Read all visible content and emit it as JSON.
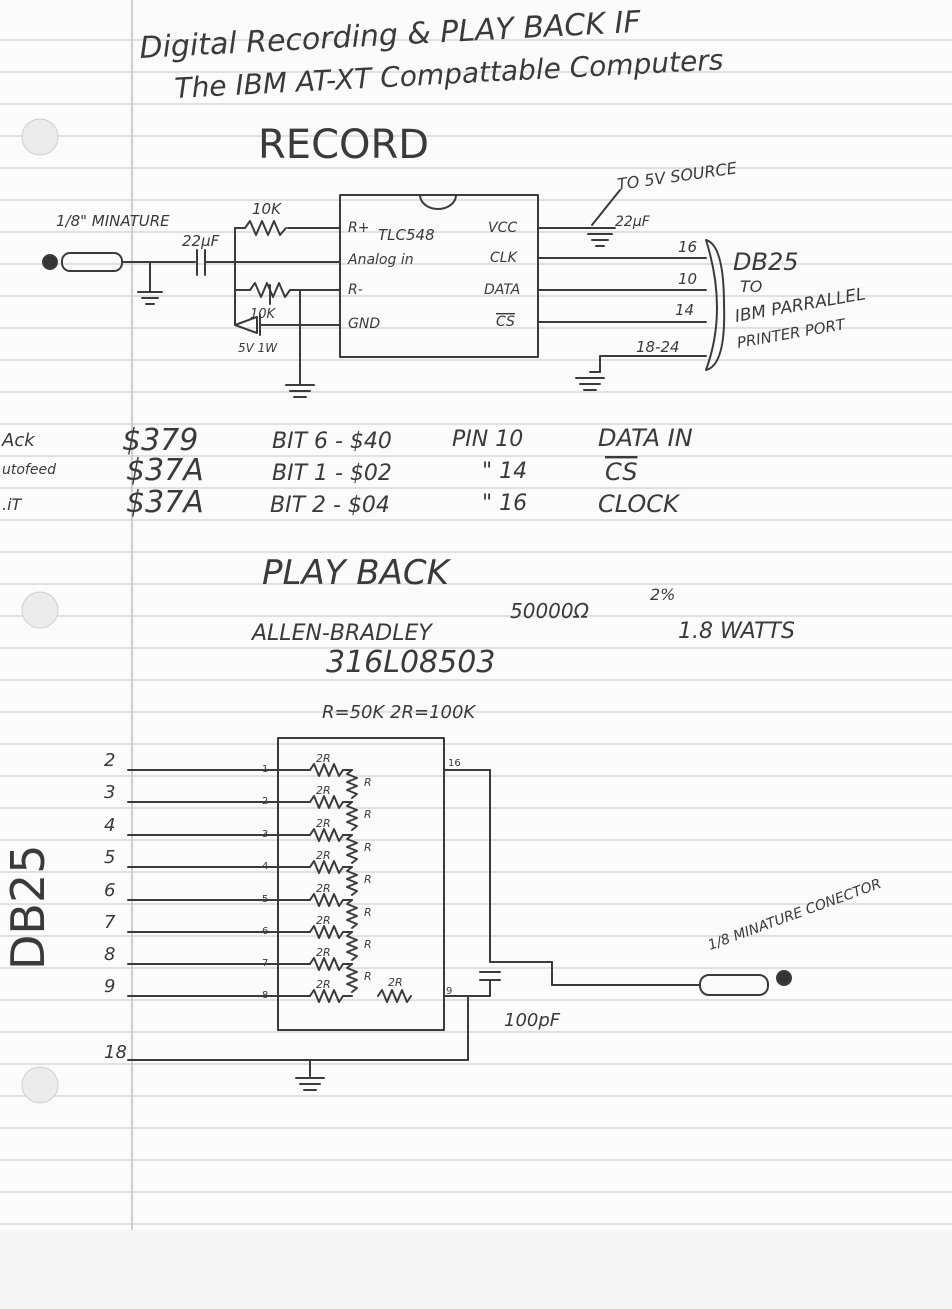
{
  "title": {
    "line1": "Digital Recording & PLAY BACK IF",
    "line2": "The IBM AT-XT Compattable Computers"
  },
  "record": {
    "heading": "RECORD",
    "input_jack": "1/8\" MINATURE",
    "cap_in": "22μF",
    "res_in": "10K",
    "pot": "10K",
    "zener": "5V 1W",
    "chip": "TLC548",
    "pins_left": [
      "R+",
      "Analog in",
      "R-",
      "GND"
    ],
    "pins_right": [
      "VCC",
      "CLK",
      "DATA",
      "CS"
    ],
    "supply": "TO 5V SOURCE",
    "cap_vcc": "22μF",
    "db_pins": [
      "16",
      "10",
      "14",
      "18-24"
    ],
    "connector": [
      "DB25",
      "TO",
      "IBM PARRALLEL",
      "PRINTER PORT"
    ]
  },
  "table": {
    "left_labels": [
      "Ack",
      "utofeed",
      ".iT"
    ],
    "rows": [
      {
        "addr": "$379",
        "bit": "BIT 6 - $40",
        "pin": "PIN 10",
        "signal": "DATA IN"
      },
      {
        "addr": "$37A",
        "bit": "BIT 1 - $02",
        "pin": "\" 14",
        "signal": "CS"
      },
      {
        "addr": "$37A",
        "bit": "BIT 2 - $04",
        "pin": "\" 16",
        "signal": "CLOCK"
      }
    ]
  },
  "playback": {
    "heading": "PLAY BACK",
    "maker": "ALLEN-BRADLEY",
    "value": "50000Ω",
    "tolerance": "2%",
    "wattage": "1.8 WATTS",
    "part": "316L08503",
    "ratio": "R=50K   2R=100K",
    "db_label": "DB25",
    "pins": [
      "2",
      "3",
      "4",
      "5",
      "6",
      "7",
      "8",
      "9",
      "18"
    ],
    "chip_pins": [
      "1",
      "2",
      "3",
      "4",
      "5",
      "6",
      "7",
      "8",
      "9",
      "16"
    ],
    "res_2r": "2R",
    "res_r": "R",
    "cap_out": "100pF",
    "jack_out": "1/8 MINATURE CONECTOR"
  }
}
